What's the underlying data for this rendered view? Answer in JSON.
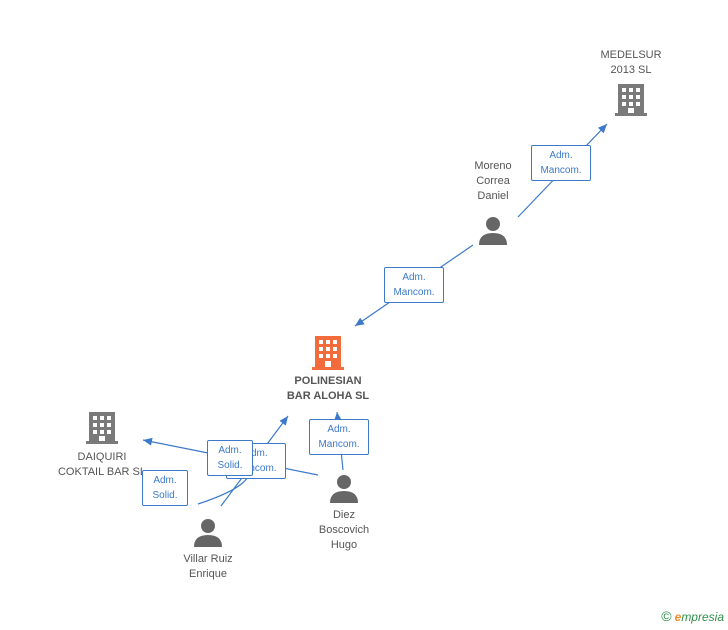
{
  "colors": {
    "accent": "#3c7ac9",
    "center_company": "#f26b3a",
    "company": "#7a7a7a",
    "person": "#666666",
    "text": "#555555",
    "brand_green": "#2f8f4a",
    "brand_orange": "#f28c28"
  },
  "nodes": {
    "medelsur": {
      "label": "MEDELSUR\n2013 SL",
      "kind": "company-icon"
    },
    "moreno": {
      "label": "Moreno\nCorrea\nDaniel",
      "kind": "person-icon"
    },
    "polinesian": {
      "label": "POLINESIAN\nBAR ALOHA SL",
      "kind": "company-icon"
    },
    "daiquiri": {
      "label": "DAIQUIRI\nCOKTAIL BAR SL",
      "kind": "company-icon"
    },
    "diez": {
      "label": "Diez\nBoscovich\nHugo",
      "kind": "person-icon"
    },
    "villar": {
      "label": "Villar Ruiz\nEnrique",
      "kind": "person-icon"
    }
  },
  "badges": {
    "moreno_medelsur": "Adm.\nMancom.",
    "moreno_polinesian": "Adm.\nMancom.",
    "diez_polinesian": "Adm.\nMancom.",
    "villar_polinesian": "Adm.\nMancom.",
    "diez_daiquiri": "Adm.\nSolid.",
    "villar_daiquiri": "Adm.\nSolid."
  },
  "footer": {
    "copyright_symbol": "©",
    "brand_first": "e",
    "brand_rest": "mpresia"
  }
}
